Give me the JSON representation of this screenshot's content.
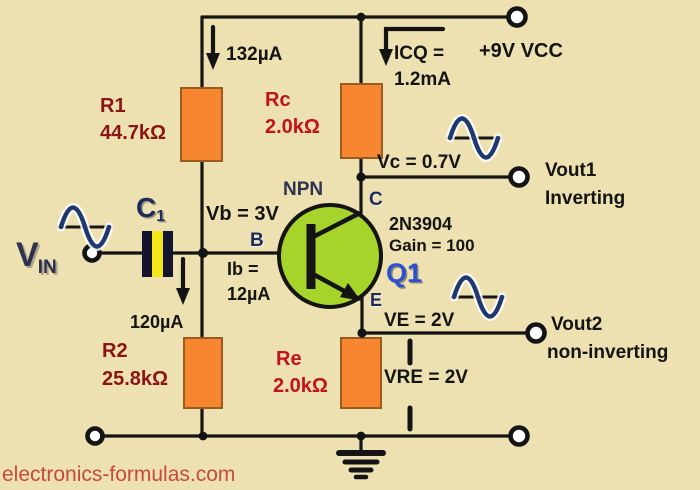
{
  "brand": {
    "site": "electronics-formulas.com"
  },
  "colors": {
    "background": "#EDE1B1",
    "wire": "#141414",
    "resistor_fill": "#F6862F",
    "resistor_border": "#9A5B20",
    "transistor_fill": "#A7D42A",
    "cap_yellow": "#F3E51A",
    "cap_plate": "#14142E",
    "label_black": "#141414",
    "label_dark_red": "#8B1515",
    "label_red": "#C2121C",
    "label_navy": "#1C2A5E",
    "label_navy_dark": "#2E3150",
    "label_blue": "#2B4FD0",
    "sine_blue": "#1E3970",
    "brand_red": "#C74A3C"
  },
  "supply": {
    "vcc": "+9V VCC",
    "icq_label": "ICQ =",
    "icq_value": "1.2mA",
    "r1_current": "132µA",
    "r2_current": "120µA"
  },
  "resistors": {
    "r1": {
      "name": "R1",
      "value": "44.7kΩ"
    },
    "rc": {
      "name": "Rc",
      "value": "2.0kΩ"
    },
    "r2": {
      "name": "R2",
      "value": "25.8kΩ"
    },
    "re": {
      "name": "Re",
      "value": "2.0kΩ"
    }
  },
  "capacitor": {
    "name": "C",
    "sub": "1"
  },
  "transistor": {
    "designator": "Q1",
    "type": "NPN",
    "part": "2N3904",
    "gain": "Gain = 100",
    "pin_b": "B",
    "pin_c": "C",
    "pin_e": "E"
  },
  "nodes": {
    "vb": "Vb = 3V",
    "ib_label": "Ib =",
    "ib_value": "12µA",
    "vc": "Vc = 0.7V",
    "ve": "VE = 2V",
    "vre": "VRE = 2V"
  },
  "io": {
    "vin_main": "V",
    "vin_sub": "IN",
    "vout1_label": "Vout1",
    "vout1_mode": "Inverting",
    "vout2_label": "Vout2",
    "vout2_mode": "non-inverting"
  }
}
